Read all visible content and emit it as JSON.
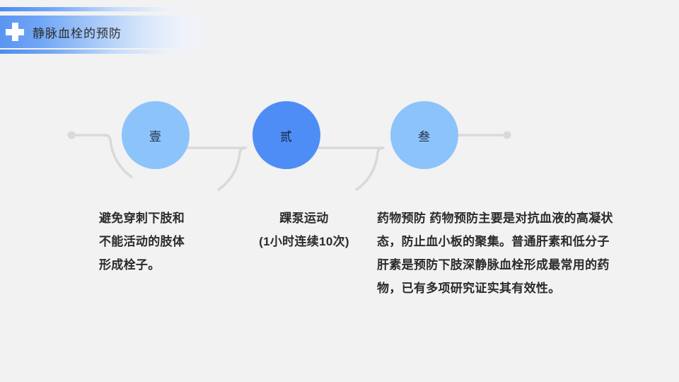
{
  "colors": {
    "background": "#f2f2f2",
    "accent_blue": "#5b95f2",
    "circle_light": "#8cc3fb",
    "circle_dark": "#4e8df5",
    "connector_gray": "#d9d9d9",
    "text_dark": "#2b2b2b"
  },
  "header": {
    "icon": "medical-cross-icon",
    "title": "静脉血栓的预防"
  },
  "steps": [
    {
      "label": "壹",
      "fill": "#8cc3fb"
    },
    {
      "label": "贰",
      "fill": "#4e8df5"
    },
    {
      "label": "叁",
      "fill": "#8cc3fb"
    }
  ],
  "content_blocks": [
    {
      "lines": [
        "避免穿刺下肢和",
        "不能活动的肢体",
        "形成栓子。"
      ]
    },
    {
      "lines": [
        "踝泵运动",
        "(1小时连续10次)"
      ]
    },
    {
      "lines": [
        "药物预防  药物预防主要是对抗血液的高凝状态，防止血小板的聚集。普通肝素和低分子肝素是预防下肢深静脉血栓形成最常用的药物，已有多项研究证实其有效性。"
      ]
    }
  ]
}
